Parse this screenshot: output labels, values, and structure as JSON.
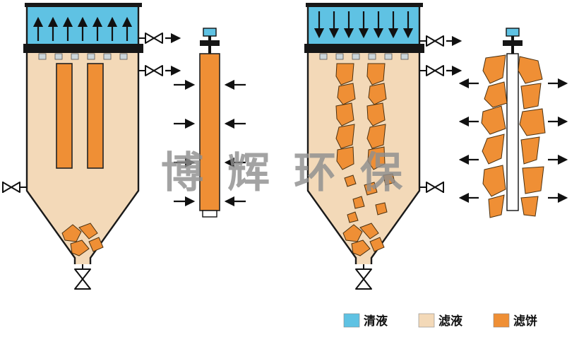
{
  "watermark": {
    "text": "博辉环保"
  },
  "legend": {
    "items": [
      {
        "label": "清液",
        "color": "#5fc2e3"
      },
      {
        "label": "滤液",
        "color": "#f3d9b8"
      },
      {
        "label": "滤饼",
        "color": "#ef8f35"
      }
    ]
  },
  "colors": {
    "clear_liquid_blue": "#5fc2e3",
    "filtrate_tan": "#f3d9b8",
    "filter_cake_orange": "#ef8f35",
    "outline_black": "#1a1a1a",
    "watermark_gray": "#8f8f8f"
  },
  "icons": {
    "valve": "bowtie-triangles",
    "flow-arrow": "solid-black-arrow",
    "candle-cap": "blue-square-fitting"
  }
}
